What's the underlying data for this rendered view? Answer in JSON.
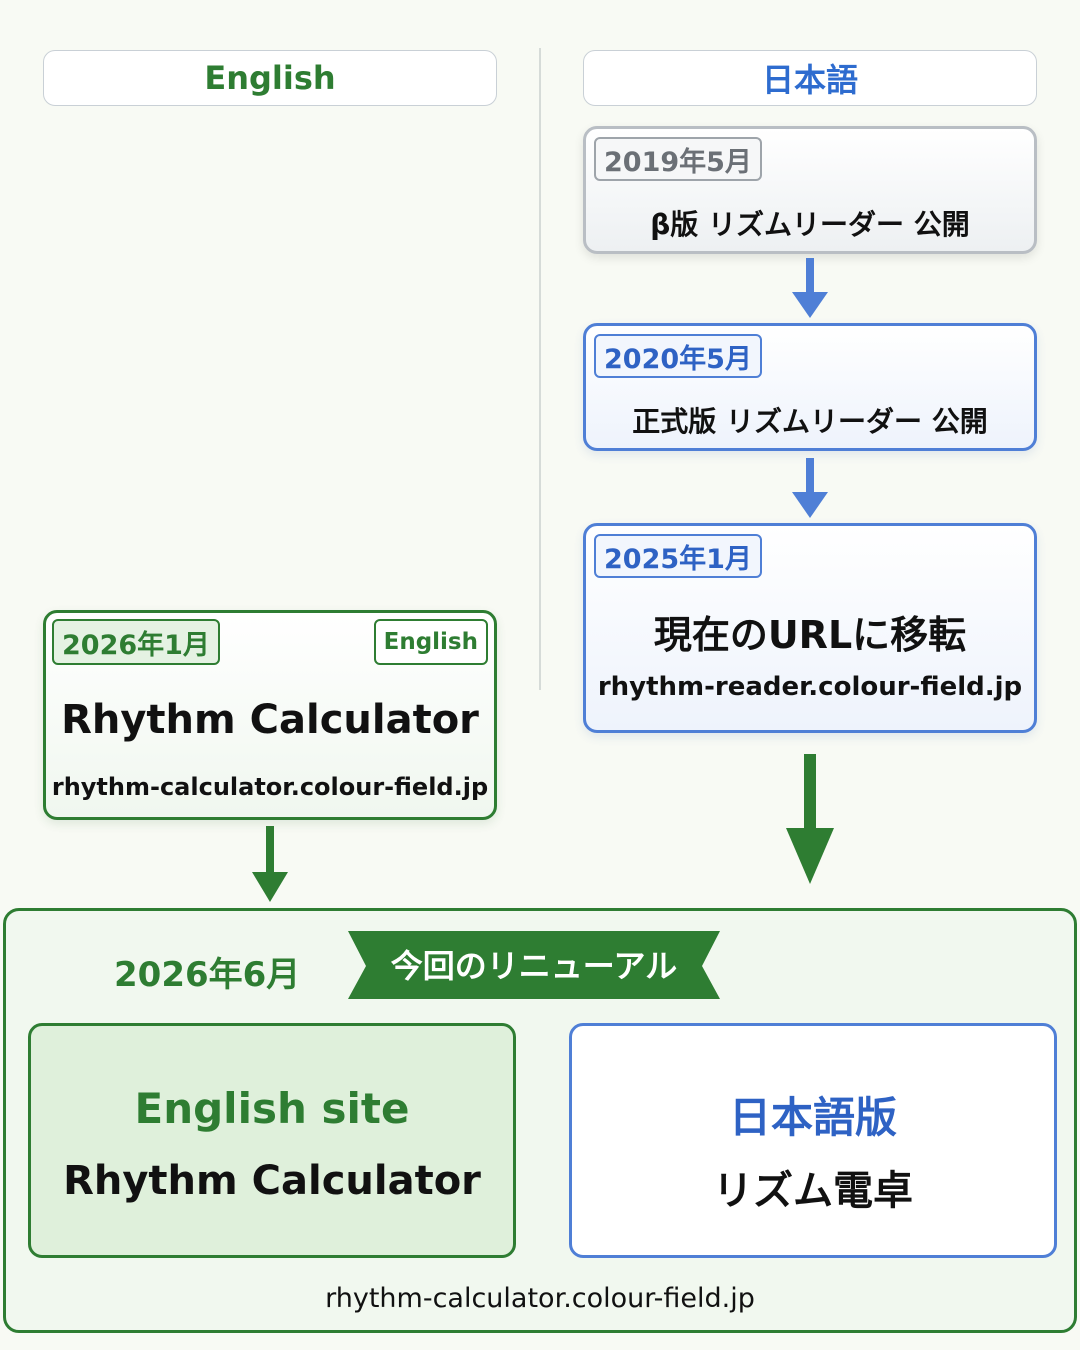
{
  "headers": {
    "english": "English",
    "japanese": "日本語"
  },
  "timeline": [
    {
      "date": "2019年5月",
      "title": "β版 リズムリーダー 公開"
    },
    {
      "date": "2020年5月",
      "title": "正式版 リズムリーダー 公開"
    },
    {
      "date": "2025年1月",
      "title": "現在のURLに移転",
      "url": "rhythm-reader.colour-field.jp"
    }
  ],
  "english_card": {
    "date": "2026年1月",
    "tag": "English",
    "title": "Rhythm Calculator",
    "url": "rhythm-calculator.colour-field.jp"
  },
  "renewal": {
    "date": "2026年6月",
    "ribbon": "今回のリニューアル",
    "english_box": {
      "line1": "English site",
      "line2": "Rhythm Calculator"
    },
    "japanese_box": {
      "line1": "日本語版",
      "line2": "リズム電卓"
    },
    "url": "rhythm-calculator.colour-field.jp"
  },
  "colors": {
    "green": "#2e7d32",
    "blue": "#4f7fd6",
    "gray": "#b9bec4",
    "background": "#f8faf4"
  }
}
